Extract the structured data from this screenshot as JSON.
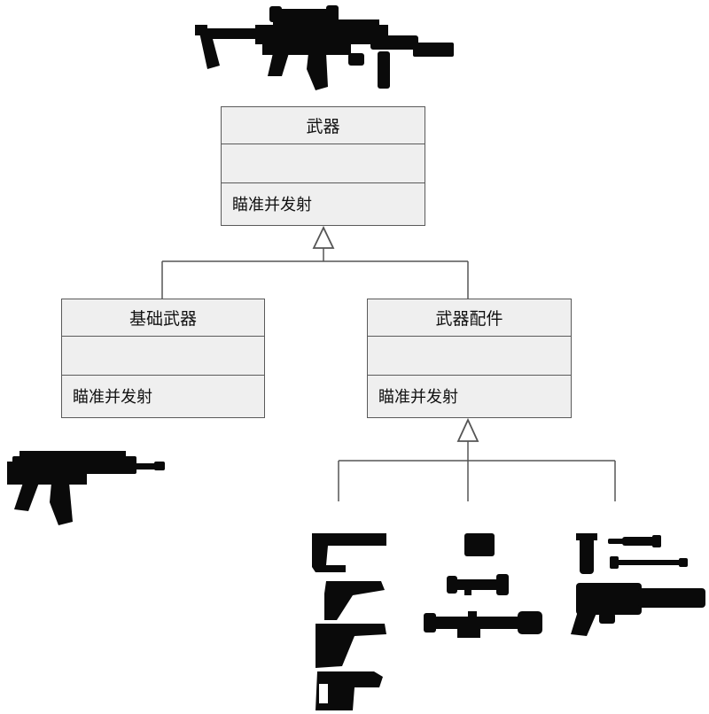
{
  "classes": {
    "weapon": {
      "name": "武器",
      "method": "瞄准并发射"
    },
    "base": {
      "name": "基础武器",
      "method": "瞄准并发射"
    },
    "accessory": {
      "name": "武器配件",
      "method": "瞄准并发射"
    }
  },
  "icons": {
    "rifle_full": "assault-rifle-with-accessories-icon",
    "rifle_base": "basic-rifle-icon",
    "stocks": "rifle-stock-icons",
    "scopes": "scope-icons",
    "grips": "grip-and-barrel-attachment-icons"
  },
  "colors": {
    "box_fill": "#efefef",
    "line": "#555555",
    "silhouette": "#0a0a0a"
  }
}
